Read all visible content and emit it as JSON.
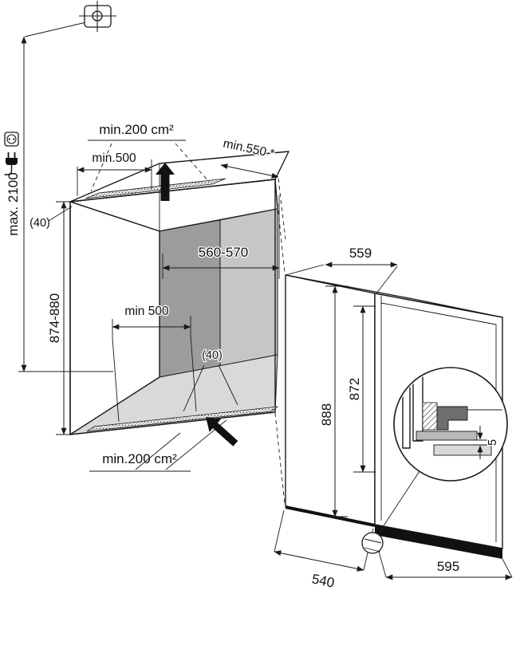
{
  "labels": {
    "top_vent_area": "min.200 cm²",
    "top_vent_width": "min.500",
    "niche_depth_min": "min.550 *",
    "socket_max_height": "max. 2100",
    "niche_height": "874-880",
    "gap_top": "(40)",
    "niche_width": "560-570",
    "appliance_depth": "559",
    "floor_vent_width": "min 500",
    "gap_floor": "(40)",
    "bottom_vent_area": "min.200 cm²",
    "appliance_height_front": "872",
    "appliance_height_back": "888",
    "foot_detail_gap": "5",
    "appliance_body_depth": "540",
    "appliance_width": "595"
  },
  "icons": {
    "position_marker": "crosshair-position-icon",
    "socket": "power-socket-icon",
    "plug": "power-plug-icon"
  },
  "colors": {
    "line": "#1a1a1a",
    "interior_wall_dark": "#9c9c9c",
    "interior_wall_light": "#c6c6c6",
    "floor": "#d9d9d9"
  }
}
